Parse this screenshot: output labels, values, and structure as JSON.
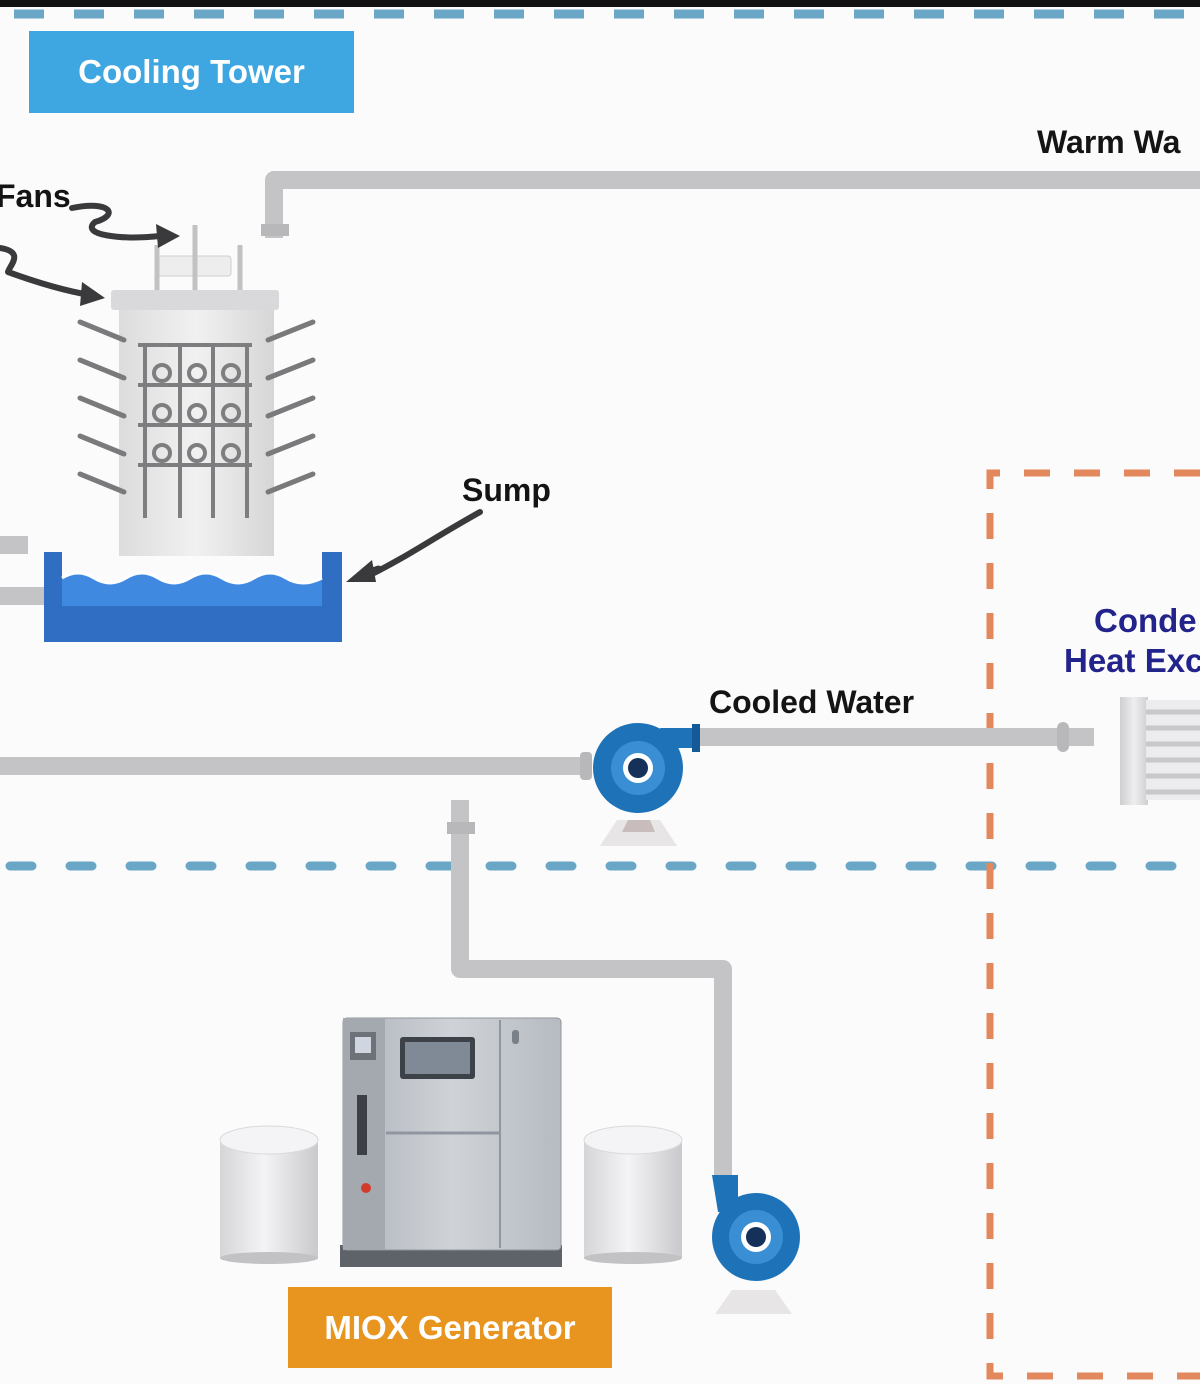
{
  "labels": {
    "cooling_tower": "Cooling Tower",
    "warm_water": "Warm Wa",
    "fans": "Fans",
    "sump": "Sump",
    "cooled_water": "Cooled Water",
    "condenser_line1": "Conde",
    "condenser_line2": "Heat Exc",
    "miox_generator": "MIOX Generator"
  },
  "colors": {
    "cooling_tower_box": "#3ea6e0",
    "miox_box": "#e8951f",
    "zone_line_blue": "#6aa6c6",
    "zone_line_orange": "#e3885c",
    "pipe": "#c4c4c6",
    "pump": "#1e73b8",
    "sump_water": "#2d6fc9",
    "label_navy": "#23238c"
  }
}
